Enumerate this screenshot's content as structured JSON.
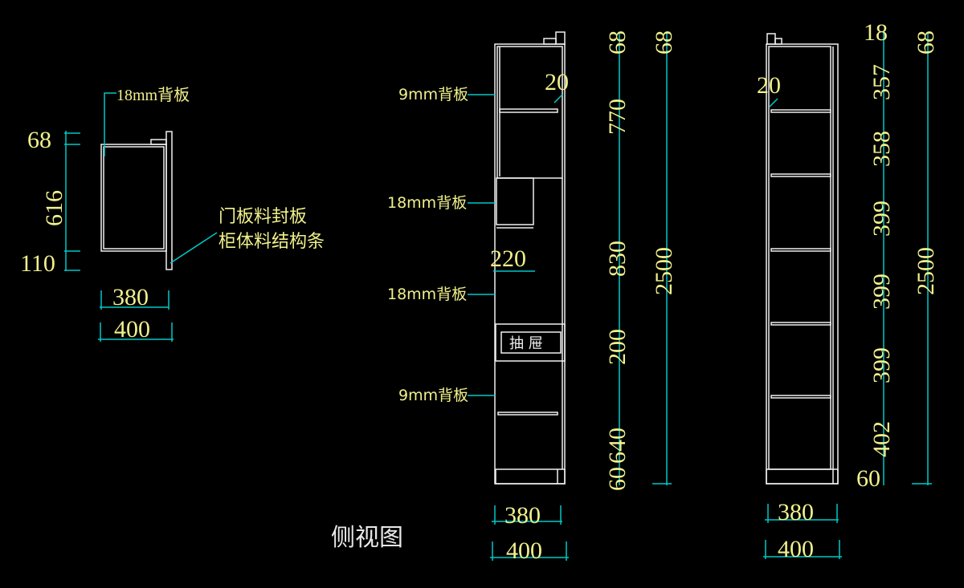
{
  "title": "侧视图",
  "left_view": {
    "back_panel_label": "18mm背板",
    "note_line1": "门板料封板",
    "note_line2": "柜体料结构条",
    "dims_vertical": [
      "68",
      "616",
      "110"
    ],
    "dim_inner_width": "380",
    "dim_outer_width": "400"
  },
  "middle_view": {
    "labels": [
      "9mm背板",
      "18mm背板",
      "18mm背板",
      "9mm背板"
    ],
    "drawer_label": "抽 屉",
    "dim_20": "20",
    "dim_220": "220",
    "dims_column1": [
      "68",
      "770",
      "830",
      "200",
      "640",
      "60"
    ],
    "dims_column2": [
      "68",
      "2500"
    ],
    "dim_inner_width": "380",
    "dim_outer_width": "400"
  },
  "right_view": {
    "dim_20": "20",
    "dims_column1": [
      "18",
      "357",
      "358",
      "399",
      "399",
      "399",
      "402",
      "60"
    ],
    "dims_column2": [
      "68",
      "2500"
    ],
    "dim_inner_width": "380",
    "dim_outer_width": "400"
  },
  "colors": {
    "text": "#f0f08c",
    "dimension": "#00c8c8",
    "geometry": "#f0f0f0",
    "background": "#000000"
  }
}
